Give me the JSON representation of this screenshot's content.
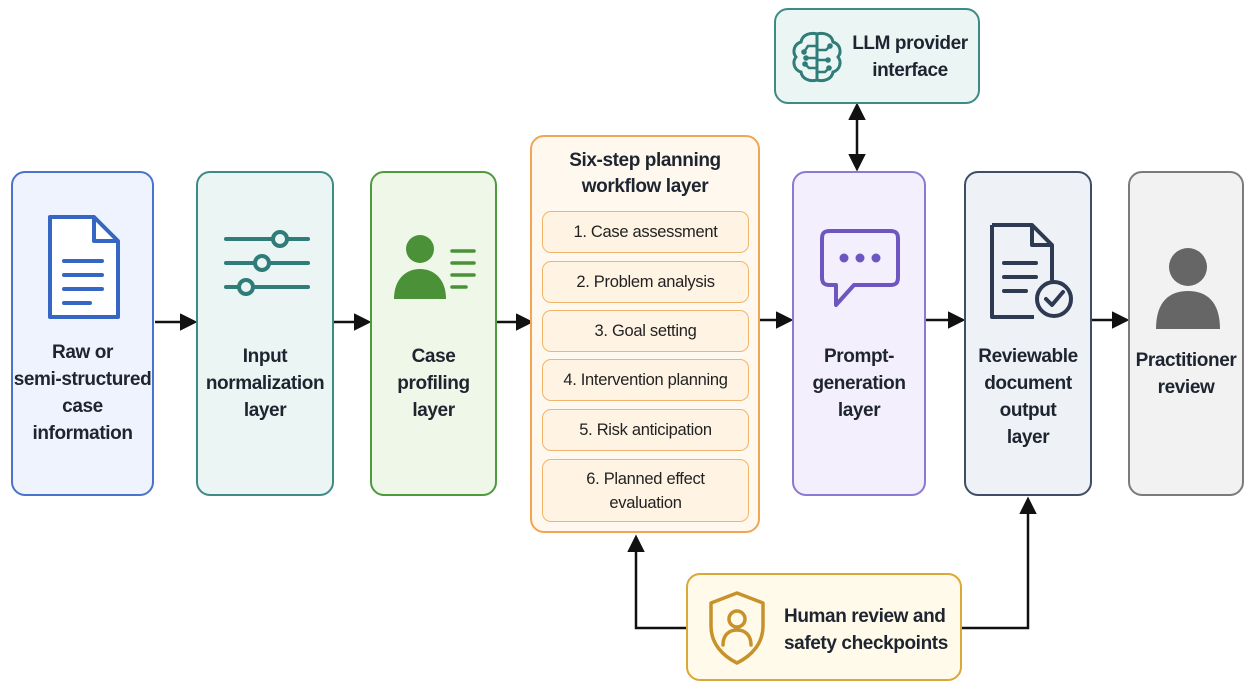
{
  "nodes": {
    "raw": "Raw or\nsemi-structured\ncase\ninformation",
    "input": "Input\nnormalization\nlayer",
    "profiling": "Case\nprofiling\nlayer",
    "workflow_title": "Six-step planning\nworkflow layer",
    "prompt": "Prompt-\ngeneration\nlayer",
    "output": "Reviewable\ndocument\noutput\nlayer",
    "practitioner": "Practitioner\nreview",
    "llm": "LLM provider\ninterface",
    "human": "Human review and\nsafety checkpoints"
  },
  "steps": [
    "1. Case assessment",
    "2. Problem analysis",
    "3. Goal setting",
    "4. Intervention planning",
    "5. Risk anticipation",
    "6. Planned effect\nevaluation"
  ],
  "colors": {
    "blue": "#4a74c9",
    "teal": "#3d8a87",
    "green": "#4f9a3d",
    "orange": "#f2a654",
    "purple": "#8c79d1",
    "slate": "#3f4d66",
    "gray": "#7b7b7b",
    "gold": "#d9a838"
  }
}
